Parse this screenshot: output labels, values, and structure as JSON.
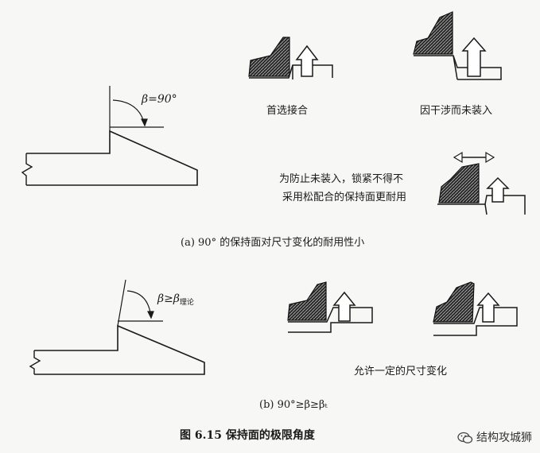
{
  "panel_a": {
    "angle_label": "β=90°",
    "label_preferred": "首选接合",
    "label_interference": "因干涉而未装入",
    "note_line1": "为防止未装入，锁紧不得不",
    "note_line2": "采用松配合的保持面更耐用",
    "caption": "(a) 90° 的保持面对尺寸变化的耐用性小"
  },
  "panel_b": {
    "angle_beta": "β≥β",
    "angle_sub": "理论",
    "label_tolerance": "允许一定的尺寸变化",
    "caption": "(b) 90°≥β≥βₜ"
  },
  "figure_caption": "图 6.15   保持面的极限角度",
  "watermark": "结构攻城狮"
}
